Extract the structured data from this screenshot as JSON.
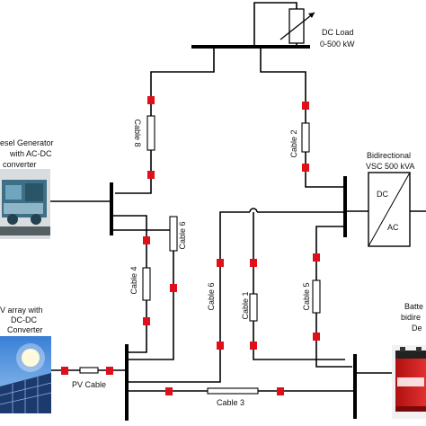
{
  "dc_load": {
    "line1": "DC Load",
    "line2": "0-500 kW"
  },
  "diesel": {
    "line1": "esel Generator",
    "line2": "with AC-DC",
    "line3": "converter"
  },
  "pv": {
    "line1": "V array with",
    "line2": "DC-DC",
    "line3": "Converter"
  },
  "battery": {
    "line1": "Batte",
    "line2": "bidire",
    "line3": "De"
  },
  "vsc": {
    "line1": "Bidirectional",
    "line2": "VSC 500 kVA",
    "dc": "DC",
    "ac": "AC"
  },
  "cables": {
    "c1": "Cable 1",
    "c2": "Cable 2",
    "c3": "Cable 3",
    "c4": "Cable 4",
    "c5": "Cable 5",
    "c6a": "Cable 6",
    "c6b": "Cable 6",
    "c8": "Cable 8",
    "pv": "PV Cable"
  },
  "colors": {
    "breaker": "#e0101a",
    "wire": "#000000"
  }
}
